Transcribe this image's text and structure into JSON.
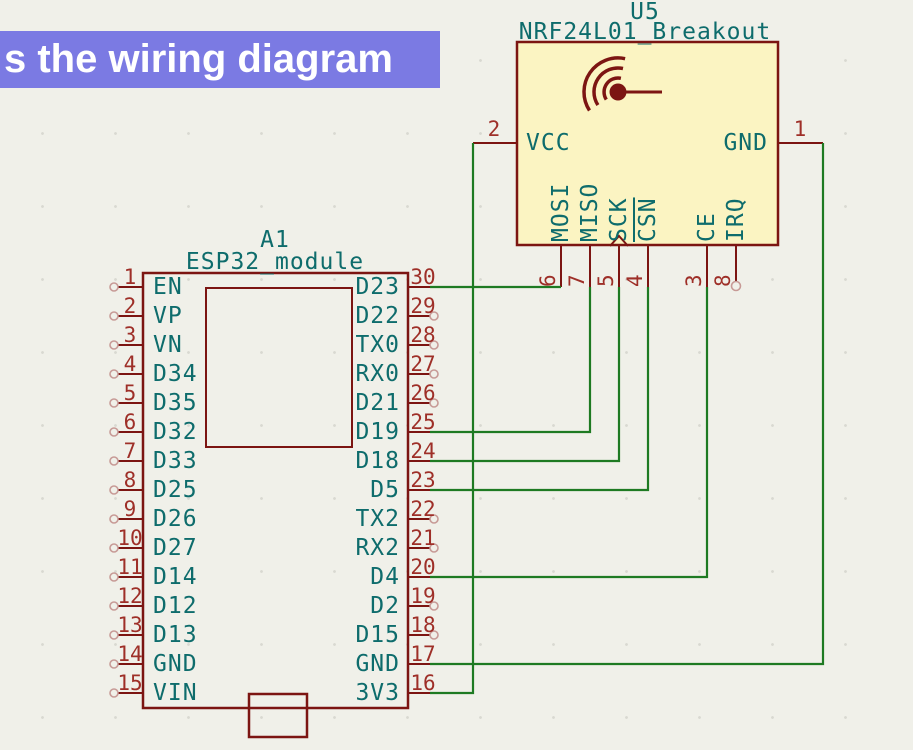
{
  "header": {
    "text": "s the wiring diagram",
    "background_color": "#7b7ae3",
    "text_color": "#ffffff"
  },
  "colors": {
    "canvas_background": "#f0f0e9",
    "symbol_outline": "#7c1512",
    "symbol_fill_yellow": "#fbf4c2",
    "pin_number": "#9e2f28",
    "pin_name_teal": "#0e6c6c",
    "wire_green": "#1e7a22",
    "unconnected_circle": "#c79a96"
  },
  "nrf24": {
    "reference": "U5",
    "value": "NRF24L01_Breakout",
    "left_pin": {
      "number": "2",
      "name": "VCC"
    },
    "right_pin": {
      "number": "1",
      "name": "GND"
    },
    "bottom_pins": [
      {
        "number": "6",
        "name": "MOSI"
      },
      {
        "number": "7",
        "name": "MISO"
      },
      {
        "number": "5",
        "name": "SCK"
      },
      {
        "number": "4",
        "name": "CSN"
      },
      {
        "number": "3",
        "name": "CE"
      },
      {
        "number": "8",
        "name": "IRQ"
      }
    ]
  },
  "esp32": {
    "reference": "A1",
    "value": "ESP32_module",
    "left_pins": [
      {
        "number": "1",
        "label": "EN"
      },
      {
        "number": "2",
        "label": "VP"
      },
      {
        "number": "3",
        "label": "VN"
      },
      {
        "number": "4",
        "label": "D34"
      },
      {
        "number": "5",
        "label": "D35"
      },
      {
        "number": "6",
        "label": "D32"
      },
      {
        "number": "7",
        "label": "D33"
      },
      {
        "number": "8",
        "label": "D25"
      },
      {
        "number": "9",
        "label": "D26"
      },
      {
        "number": "10",
        "label": "D27"
      },
      {
        "number": "11",
        "label": "D14"
      },
      {
        "number": "12",
        "label": "D12"
      },
      {
        "number": "13",
        "label": "D13"
      },
      {
        "number": "14",
        "label": "GND"
      },
      {
        "number": "15",
        "label": "VIN"
      }
    ],
    "right_pins": [
      {
        "number": "30",
        "label": "D23"
      },
      {
        "number": "29",
        "label": "D22"
      },
      {
        "number": "28",
        "label": "TX0"
      },
      {
        "number": "27",
        "label": "RX0"
      },
      {
        "number": "26",
        "label": "D21"
      },
      {
        "number": "25",
        "label": "D19"
      },
      {
        "number": "24",
        "label": "D18"
      },
      {
        "number": "23",
        "label": "D5"
      },
      {
        "number": "22",
        "label": "TX2"
      },
      {
        "number": "21",
        "label": "RX2"
      },
      {
        "number": "20",
        "label": "D4"
      },
      {
        "number": "19",
        "label": "D2"
      },
      {
        "number": "18",
        "label": "D15"
      },
      {
        "number": "17",
        "label": "GND"
      },
      {
        "number": "16",
        "label": "3V3"
      }
    ]
  },
  "connections": [
    {
      "from": "ESP32 pin 30 (D23)",
      "to": "NRF24 pin 6 (MOSI)"
    },
    {
      "from": "ESP32 pin 25 (D19)",
      "to": "NRF24 pin 7 (MISO)"
    },
    {
      "from": "ESP32 pin 24 (D18)",
      "to": "NRF24 pin 5 (SCK)"
    },
    {
      "from": "ESP32 pin 23 (D5)",
      "to": "NRF24 pin 4 (CSN)"
    },
    {
      "from": "ESP32 pin 20 (D4)",
      "to": "NRF24 pin 3 (CE)"
    },
    {
      "from": "ESP32 pin 17 (GND)",
      "to": "NRF24 pin 1 (GND)"
    },
    {
      "from": "ESP32 pin 16 (3V3)",
      "to": "NRF24 pin 2 (VCC)"
    }
  ]
}
